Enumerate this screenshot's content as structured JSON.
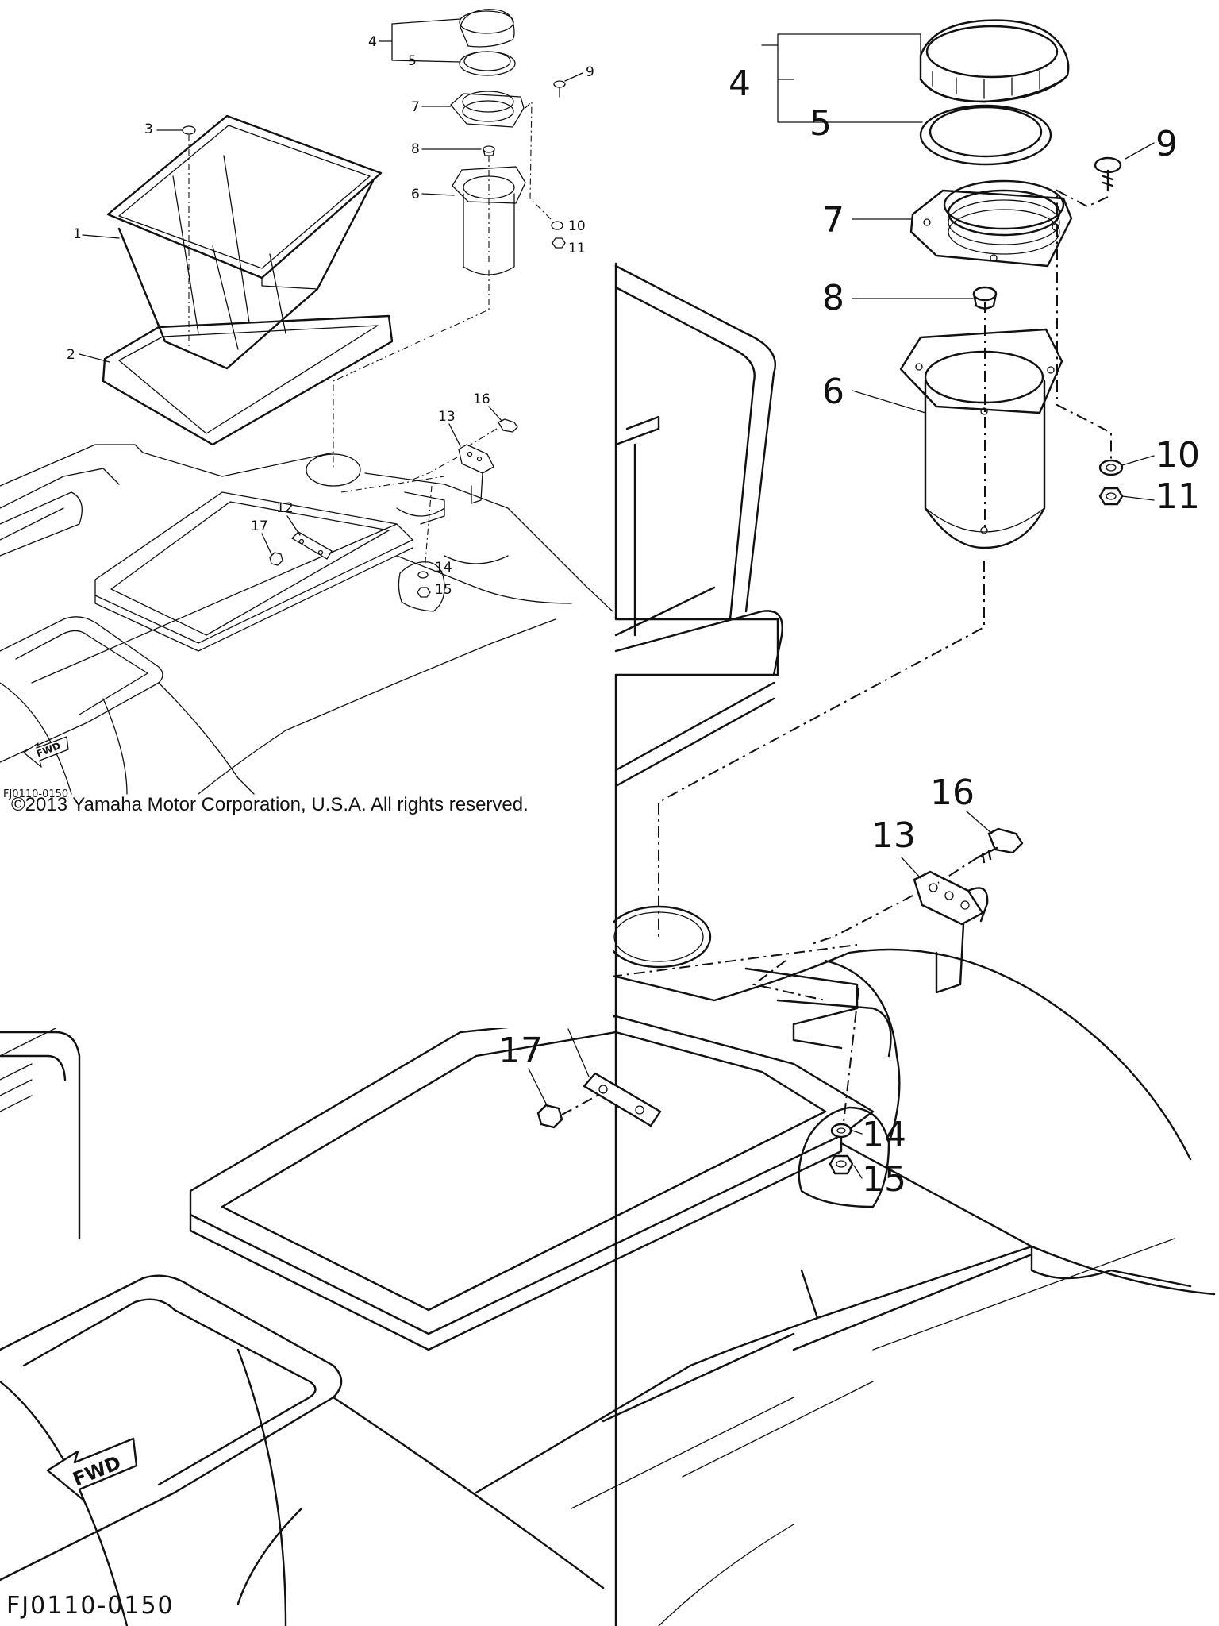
{
  "diagram": {
    "callouts": [
      "1",
      "2",
      "3",
      "4",
      "5",
      "6",
      "7",
      "8",
      "9",
      "10",
      "11",
      "12",
      "13",
      "14",
      "15",
      "16",
      "17"
    ],
    "fwd_label": "FWD",
    "drawing_code": "FJ0110-0150",
    "copyright": "©2013 Yamaha Motor Corporation, U.S.A. All rights reserved."
  }
}
